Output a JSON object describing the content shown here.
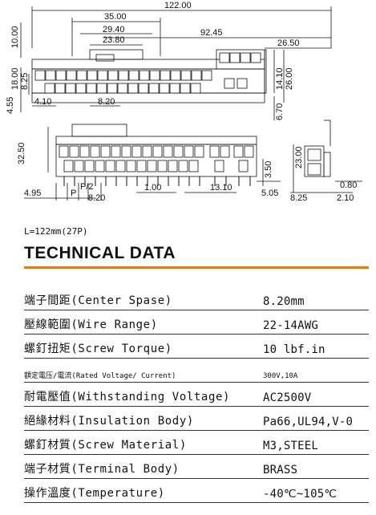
{
  "drawing": {
    "dims": {
      "overall_length": "122.00",
      "d35": "35.00",
      "d29_40": "29.40",
      "d23_80": "23.80",
      "d92_45": "92.45",
      "d26_50": "26.50",
      "d10_00": "10.00",
      "d18_00": "18.00",
      "d8_25_left": "8.25",
      "d4_55": "4.55",
      "d4_10": "4.10",
      "d8_20_top": "8.20",
      "d14_10": "14.10",
      "d26_00": "26.00",
      "d6_70": "6.70",
      "d32_50": "32.50",
      "d4_95": "4.95",
      "p": "P",
      "p_half": "P/2",
      "d8_20_bottom": "8.20",
      "d1_00": "1.00",
      "d13_10": "13.10",
      "d3_50": "3.50",
      "d5_05": "5.05",
      "d23_00": "23.00",
      "d8_25_side": "8.25",
      "d0_80": "0.80",
      "d2_10": "2.10"
    }
  },
  "model_note": "L=122mm(27P)",
  "section_title": "TECHNICAL DATA",
  "specs": [
    {
      "label": "端子間距(Center Spase)",
      "value": "8.20mm"
    },
    {
      "label": "壓線範圍(Wire Range)",
      "value": "22-14AWG"
    },
    {
      "label": "螺釘扭矩(Screw Torque)",
      "value": "10 lbf.in"
    },
    {
      "label": "額定電压/電流(Rated Voltage/ Current)",
      "value": "300V,10A"
    },
    {
      "label": "耐電壓值(Withstanding Voltage)",
      "value": "AC2500V"
    },
    {
      "label": "絕緣材料(Insulation Body)",
      "value": "Pa66,UL94,V-0"
    },
    {
      "label": "螺釘材質(Screw Material)",
      "value": "M3,STEEL"
    },
    {
      "label": "端子材質(Terminal Body)",
      "value": "BRASS"
    },
    {
      "label": "操作溫度(Temperature)",
      "value": "-40℃~105℃"
    }
  ]
}
